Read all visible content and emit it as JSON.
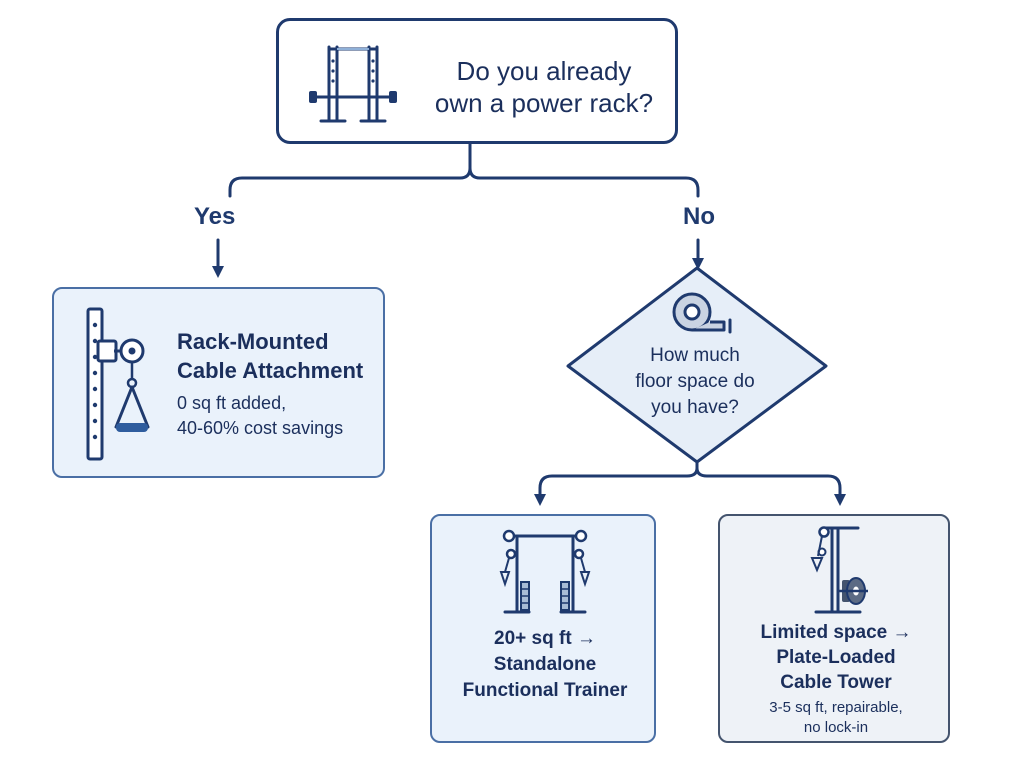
{
  "question": {
    "line1": "Do you already",
    "line2": "own a power rack?",
    "icon": "power-rack-icon"
  },
  "branches": {
    "yes": "Yes",
    "no": "No"
  },
  "rack_attachment": {
    "title_line1": "Rack-Mounted",
    "title_line2": "Cable Attachment",
    "detail_line1": "0 sq ft added,",
    "detail_line2": "40-60% cost savings",
    "icon": "rack-pulley-icon"
  },
  "space_question": {
    "line1": "How much",
    "line2": "floor space do",
    "line3": "you have?",
    "icon": "tape-measure-icon"
  },
  "functional_trainer": {
    "line1": "20+ sq ft →",
    "line2": "Standalone",
    "line3": "Functional Trainer",
    "icon": "functional-trainer-icon"
  },
  "cable_tower": {
    "line1": "Limited space →",
    "line2": "Plate-Loaded",
    "line3": "Cable Tower",
    "detail_line1": "3-5 sq ft, repairable,",
    "detail_line2": "no lock-in",
    "icon": "cable-tower-icon"
  },
  "colors": {
    "primary_navy": "#1f3a6e",
    "result_fill": "#eaf2fb",
    "result_border": "#4a6fa5",
    "tower_fill": "#eef2f7"
  }
}
